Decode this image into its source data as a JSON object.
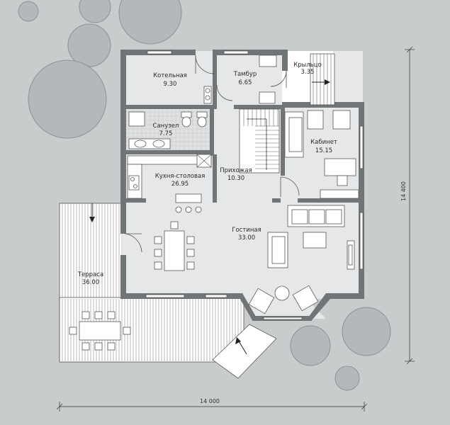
{
  "rooms": [
    {
      "id": "boiler",
      "name": "Котельная",
      "area": "9.30"
    },
    {
      "id": "vestibule",
      "name": "Тамбур",
      "area": "6.65"
    },
    {
      "id": "porch",
      "name": "Крыльцо",
      "area": "3.35"
    },
    {
      "id": "bathroom",
      "name": "Санузел",
      "area": "7.75"
    },
    {
      "id": "study",
      "name": "Кабинет",
      "area": "15.15"
    },
    {
      "id": "kitchen",
      "name": "Кухня-столовая",
      "area": "26.95"
    },
    {
      "id": "hall",
      "name": "Прихожая",
      "area": "10.30"
    },
    {
      "id": "living",
      "name": "Гостиная",
      "area": "33.00"
    },
    {
      "id": "terrace",
      "name": "Терраса",
      "area": "36.00"
    }
  ],
  "dimensions": {
    "width": "14 000",
    "depth": "14 400"
  },
  "colors": {
    "background": "#c9cccd",
    "wall": "#707577",
    "floor": "#e6e7e8",
    "trees": "#b4b7b9"
  }
}
